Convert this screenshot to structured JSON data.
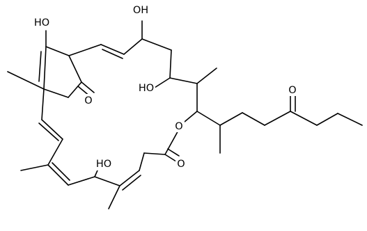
{
  "structure": {
    "atom_labels": [
      {
        "id": "oh-top-left",
        "text": "HO"
      },
      {
        "id": "oh-top-center",
        "text": "OH"
      },
      {
        "id": "ho-mid",
        "text": "HO"
      },
      {
        "id": "o-ketone-ring",
        "text": "O"
      },
      {
        "id": "o-ester-ring",
        "text": "O"
      },
      {
        "id": "o-lactone-carbonyl",
        "text": "O"
      },
      {
        "id": "ho-bottom",
        "text": "HO"
      },
      {
        "id": "o-ketone-chain",
        "text": "O"
      }
    ]
  }
}
